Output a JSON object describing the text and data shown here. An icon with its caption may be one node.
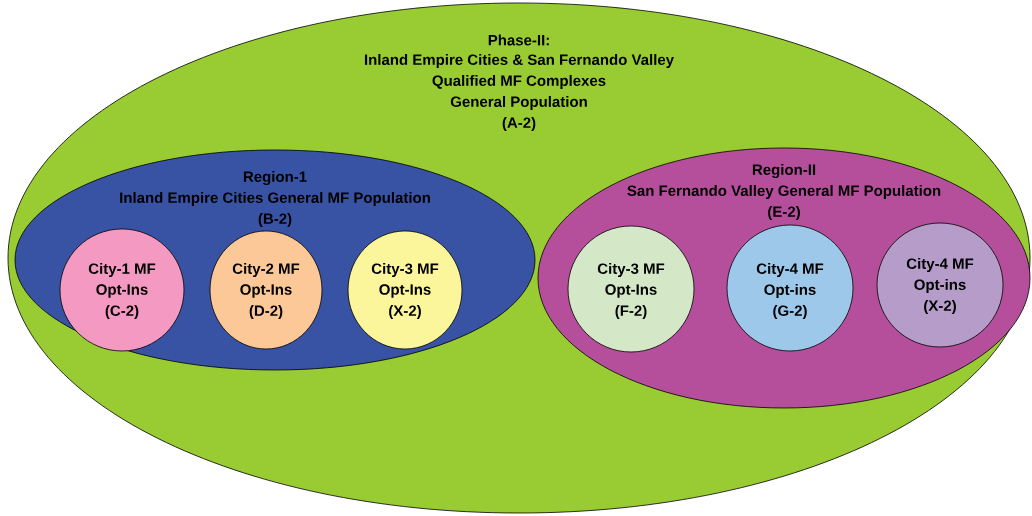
{
  "diagram": {
    "nodes": [
      {
        "text": [
          "Phase-II:",
          "Inland Empire Cities & San Fernando Valley",
          "Qualified MF Complexes",
          "General Population",
          "(A-2)"
        ]
      },
      {
        "text": [
          "Region-1",
          "Inland Empire Cities General MF Population",
          "(B-2)"
        ],
        "in": 0
      },
      {
        "text": [
          "City-1 MF",
          "Opt-Ins",
          "(C-2)"
        ],
        "in": 1
      },
      {
        "text": [
          "City-2 MF",
          "Opt-Ins",
          "(D-2)"
        ],
        "in": 1
      },
      {
        "text": [
          "City-3 MF",
          "Opt-Ins",
          "(X-2)"
        ],
        "in": 1
      },
      {
        "text": [
          "Region-II",
          "San Fernando Valley General MF Population",
          "(E-2)"
        ],
        "in": 0
      },
      {
        "text": [
          "City-3 MF",
          "Opt-Ins",
          "(F-2)"
        ],
        "in": 5
      },
      {
        "text": [
          "City-4 MF",
          "Opt-ins",
          "(G-2)"
        ],
        "in": 5
      },
      {
        "text": [
          "City-4 MF",
          "Opt-ins",
          "(X-2)"
        ],
        "in": 5
      }
    ]
  }
}
